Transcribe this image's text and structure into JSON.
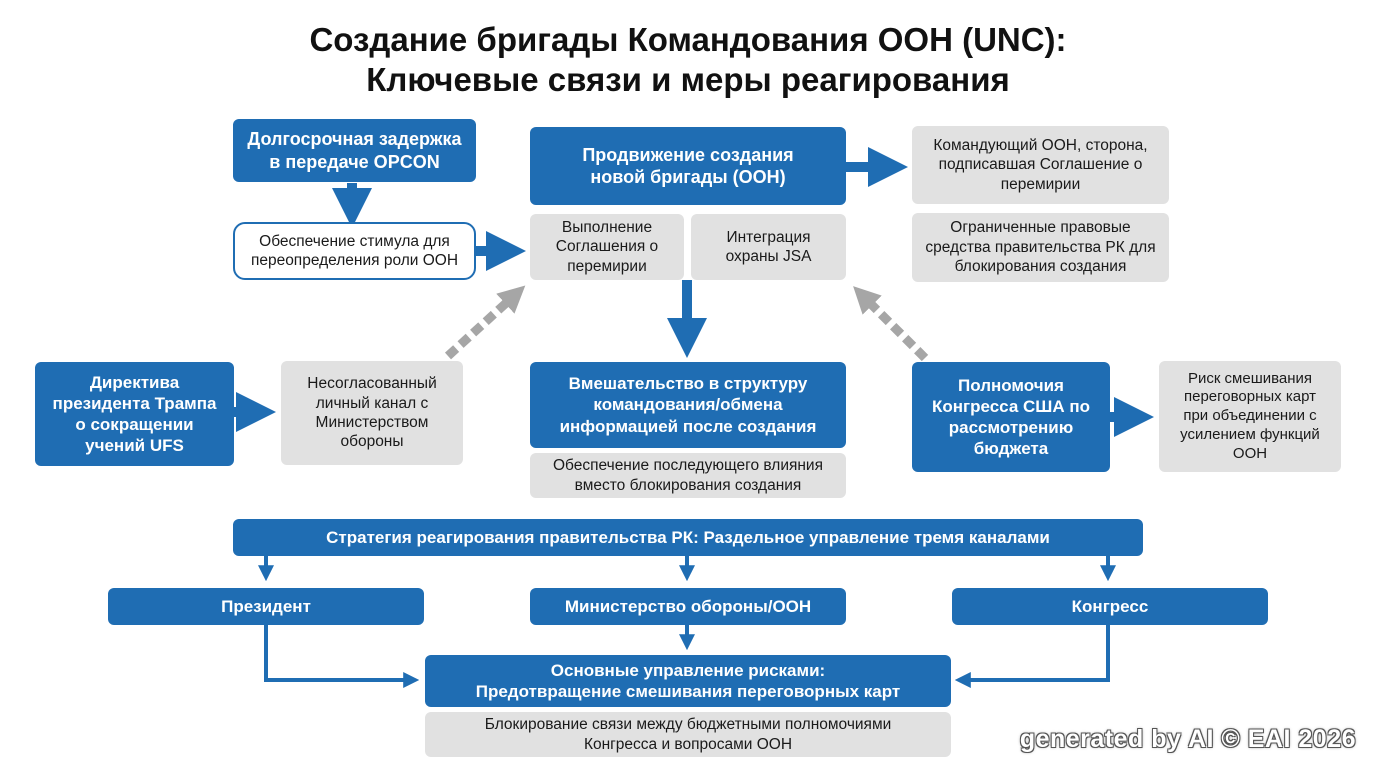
{
  "title": {
    "line1": "Создание бригады Командования ООН (UNC):",
    "line2": "Ключевые связи и меры реагирования"
  },
  "nodes": {
    "opcon_delay": [
      "Долгосрочная задержка",
      "в передаче OPCON"
    ],
    "incentive": [
      "Обеспечение стимула для",
      "переопределения роли ООН"
    ],
    "promotion": [
      "Продвижение создания",
      "новой бригады (ООН)"
    ],
    "armistice_impl": [
      "Выполнение",
      "Соглашения о",
      "перемирии"
    ],
    "jsa": [
      "Интеграция",
      "охраны JSA"
    ],
    "unc_commander": [
      "Командующий ООН, сторона,",
      "подписавшая Соглашение о",
      "перемирии"
    ],
    "limited_legal": [
      "Ограниченные правовые",
      "средства правительства РК для",
      "блокирования создания"
    ],
    "trump_directive": [
      "Директива",
      "президента Трампа",
      "о сокращении",
      "учений UFS"
    ],
    "uncoordinated": [
      "Несогласованный",
      "личный канал с",
      "Министерством",
      "обороны"
    ],
    "intervention": [
      "Вмешательство в структуру",
      "командования/обмена",
      "информацией после создания"
    ],
    "influence": [
      "Обеспечение последующего влияния",
      "вместо блокирования создания"
    ],
    "congress_power": [
      "Полномочия",
      "Конгресса США по",
      "рассмотрению",
      "бюджета"
    ],
    "mixing_risk": [
      "Риск смешивания",
      "переговорных карт",
      "при объединении с",
      "усилением функций",
      "ООН"
    ],
    "strategy": [
      "Стратегия реагирования правительства РК: Раздельное управление тремя каналами"
    ],
    "president": [
      "Президент"
    ],
    "mod_un": [
      "Министерство обороны/ООН"
    ],
    "congress": [
      "Конгресс"
    ],
    "risk_mgmt": [
      "Основные управление рисками:",
      "Предотвращение смешивания переговорных карт"
    ],
    "blocking": [
      "Блокирование связи между бюджетными полномочиями",
      "Конгресса и вопросами ООН"
    ]
  },
  "colors": {
    "primary_blue": "#1f6db3",
    "gray_box": "#e1e1e1",
    "dashed_arrow": "#a6a6a6"
  },
  "watermark": "generated by AI © EAI 2026"
}
